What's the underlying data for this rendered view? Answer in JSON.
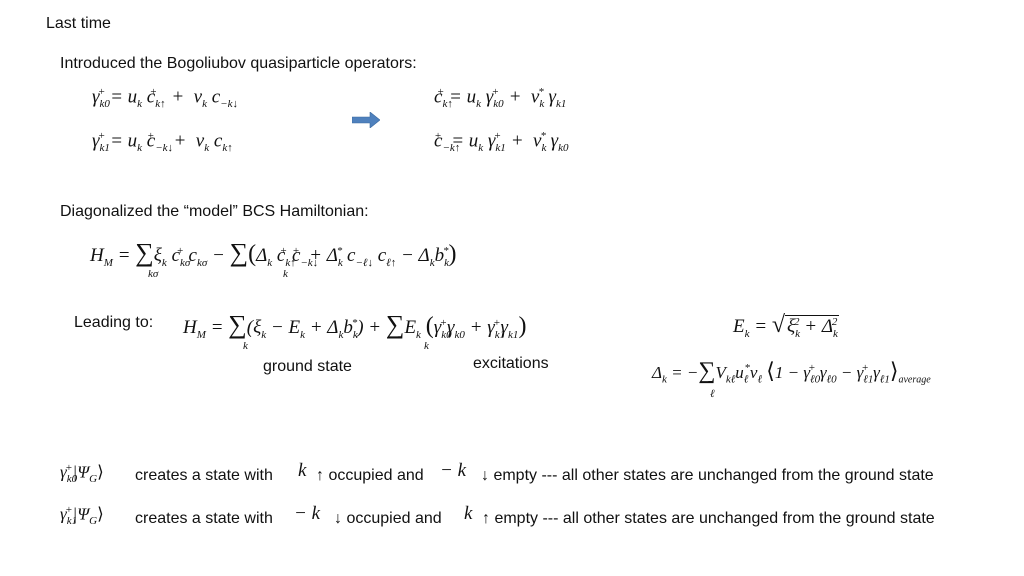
{
  "slide": {
    "title": "Last time",
    "intro": "Introduced the Bogoliubov quasiparticle operators:",
    "diag": "Diagonalized the “model” BCS Hamiltonian:",
    "leading": "Leading to:",
    "ground_state": "ground state",
    "excitations": "excitations",
    "line1": "creates a state with",
    "line1_mid": "↑ occupied and",
    "line1_end": "↓ empty --- all other states are unchanged from the ground state",
    "line2": "creates a state with",
    "line2_mid": "↓ occupied and",
    "line2_end": "↑  empty --- all other states are unchanged from the ground state",
    "average": "average"
  },
  "colors": {
    "arrow": "#4f81bd"
  },
  "icons": {
    "arrow": "right-arrow-icon"
  }
}
